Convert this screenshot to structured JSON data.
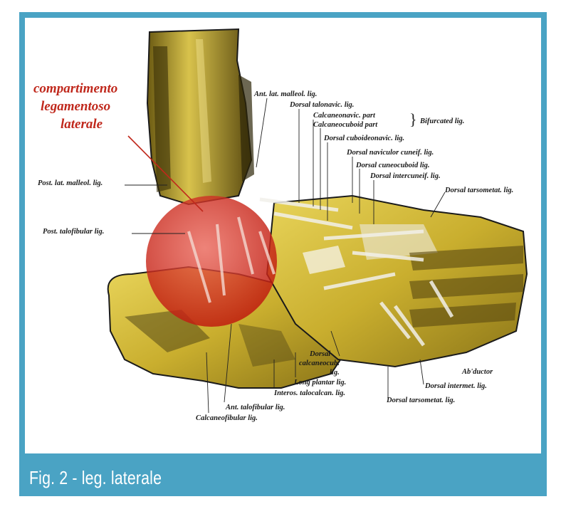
{
  "figure": {
    "caption": "Fig. 2 - leg. laterale",
    "highlight_label": [
      "compartimento",
      "legamentoso",
      "laterale"
    ],
    "colors": {
      "frame": "#4aa3c4",
      "highlight": "#d9281c",
      "bone": "#d8c040",
      "ligament": "#e6e4de"
    },
    "labels": [
      {
        "id": "ant-lat-malleol",
        "text": "Ant. lat. malleol. lig."
      },
      {
        "id": "dorsal-talonavic",
        "text": "Dorsal talonavic. lig."
      },
      {
        "id": "calcaneonavic",
        "text": "Calcaneonavic. part"
      },
      {
        "id": "calcaneocuboid-part",
        "text": "Calcaneocuboid part"
      },
      {
        "id": "bifurcated",
        "text": "Bifurcated lig."
      },
      {
        "id": "dorsal-cuboideonavic",
        "text": "Dorsal cuboideonavic. lig."
      },
      {
        "id": "dorsal-naviculocuneif",
        "text": "Dorsal naviculor cuneif. lig."
      },
      {
        "id": "dorsal-cuneocuboid",
        "text": "Dorsal cuneocuboid lig."
      },
      {
        "id": "dorsal-intercuneif",
        "text": "Dorsal intercuneif. lig."
      },
      {
        "id": "dorsal-tarsometat-top",
        "text": "Dorsal tarsometat. lig."
      },
      {
        "id": "post-lat-malleol",
        "text": "Post. lat. malleol. lig."
      },
      {
        "id": "post-talofibular",
        "text": "Post. talofibular lig."
      },
      {
        "id": "dorsal-calcaneocub-1",
        "text": "Dorsal"
      },
      {
        "id": "dorsal-calcaneocub-2",
        "text": "calcaneocub."
      },
      {
        "id": "dorsal-calcaneocub-3",
        "text": "lig."
      },
      {
        "id": "long-plantar",
        "text": "Long plantar lig."
      },
      {
        "id": "interos-talocalcan",
        "text": "Interos. talocalcan. lig."
      },
      {
        "id": "ant-talofibular",
        "text": "Ant. talofibular lig."
      },
      {
        "id": "calcaneofibular",
        "text": "Calcaneofibular lig."
      },
      {
        "id": "abductor",
        "text": "Ab'ductor"
      },
      {
        "id": "dorsal-intermet",
        "text": "Dorsal intermet. lig."
      },
      {
        "id": "dorsal-tarsometat-bottom",
        "text": "Dorsal tarsometat. lig."
      }
    ]
  }
}
